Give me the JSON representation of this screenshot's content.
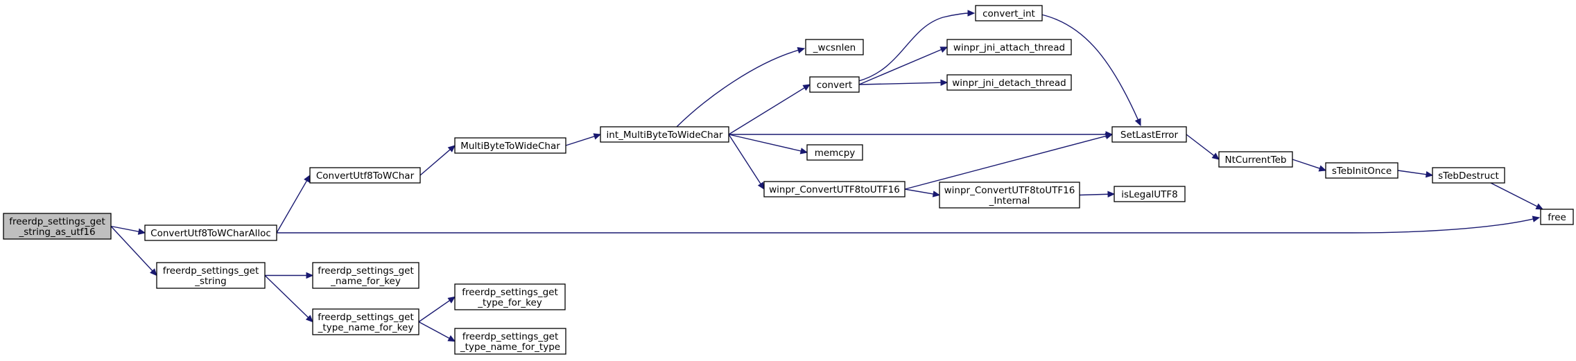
{
  "nodes": [
    {
      "id": "root",
      "lines": [
        "freerdp_settings_get",
        "_string_as_utf16"
      ],
      "root": true
    },
    {
      "id": "ConvertUtf8ToWCharAlloc",
      "lines": [
        "ConvertUtf8ToWCharAlloc"
      ]
    },
    {
      "id": "freerdp_settings_get_string",
      "lines": [
        "freerdp_settings_get",
        "_string"
      ]
    },
    {
      "id": "ConvertUtf8ToWChar",
      "lines": [
        "ConvertUtf8ToWChar"
      ]
    },
    {
      "id": "MultiByteToWideChar",
      "lines": [
        "MultiByteToWideChar"
      ]
    },
    {
      "id": "int_MultiByteToWideChar",
      "lines": [
        "int_MultiByteToWideChar"
      ]
    },
    {
      "id": "_wcsnlen",
      "lines": [
        "_wcsnlen"
      ]
    },
    {
      "id": "convert",
      "lines": [
        "convert"
      ]
    },
    {
      "id": "memcpy",
      "lines": [
        "memcpy"
      ]
    },
    {
      "id": "winpr_ConvertUTF8toUTF16",
      "lines": [
        "winpr_ConvertUTF8toUTF16"
      ]
    },
    {
      "id": "convert_int",
      "lines": [
        "convert_int"
      ]
    },
    {
      "id": "winpr_jni_attach_thread",
      "lines": [
        "winpr_jni_attach_thread"
      ]
    },
    {
      "id": "winpr_jni_detach_thread",
      "lines": [
        "winpr_jni_detach_thread"
      ]
    },
    {
      "id": "SetLastError",
      "lines": [
        "SetLastError"
      ]
    },
    {
      "id": "winpr_ConvertUTF8toUTF16_Internal",
      "lines": [
        "winpr_ConvertUTF8toUTF16",
        "_Internal"
      ]
    },
    {
      "id": "isLegalUTF8",
      "lines": [
        "isLegalUTF8"
      ]
    },
    {
      "id": "NtCurrentTeb",
      "lines": [
        "NtCurrentTeb"
      ]
    },
    {
      "id": "sTebInitOnce",
      "lines": [
        "sTebInitOnce"
      ]
    },
    {
      "id": "sTebDestruct",
      "lines": [
        "sTebDestruct"
      ]
    },
    {
      "id": "free",
      "lines": [
        "free"
      ]
    },
    {
      "id": "freerdp_settings_get_name_for_key",
      "lines": [
        "freerdp_settings_get",
        "_name_for_key"
      ]
    },
    {
      "id": "freerdp_settings_get_type_name_for_key",
      "lines": [
        "freerdp_settings_get",
        "_type_name_for_key"
      ]
    },
    {
      "id": "freerdp_settings_get_type_for_key",
      "lines": [
        "freerdp_settings_get",
        "_type_for_key"
      ]
    },
    {
      "id": "freerdp_settings_get_type_name_for_type",
      "lines": [
        "freerdp_settings_get",
        "_type_name_for_type"
      ]
    }
  ],
  "edges": [
    {
      "from": "root",
      "to": "ConvertUtf8ToWCharAlloc"
    },
    {
      "from": "root",
      "to": "freerdp_settings_get_string"
    },
    {
      "from": "ConvertUtf8ToWCharAlloc",
      "to": "ConvertUtf8ToWChar"
    },
    {
      "from": "ConvertUtf8ToWCharAlloc",
      "to": "free"
    },
    {
      "from": "ConvertUtf8ToWChar",
      "to": "MultiByteToWideChar"
    },
    {
      "from": "MultiByteToWideChar",
      "to": "int_MultiByteToWideChar"
    },
    {
      "from": "int_MultiByteToWideChar",
      "to": "_wcsnlen"
    },
    {
      "from": "int_MultiByteToWideChar",
      "to": "convert"
    },
    {
      "from": "int_MultiByteToWideChar",
      "to": "SetLastError"
    },
    {
      "from": "int_MultiByteToWideChar",
      "to": "memcpy"
    },
    {
      "from": "int_MultiByteToWideChar",
      "to": "winpr_ConvertUTF8toUTF16"
    },
    {
      "from": "convert",
      "to": "convert_int"
    },
    {
      "from": "convert",
      "to": "winpr_jni_attach_thread"
    },
    {
      "from": "convert",
      "to": "winpr_jni_detach_thread"
    },
    {
      "from": "convert_int",
      "to": "SetLastError"
    },
    {
      "from": "winpr_ConvertUTF8toUTF16",
      "to": "SetLastError"
    },
    {
      "from": "winpr_ConvertUTF8toUTF16",
      "to": "winpr_ConvertUTF8toUTF16_Internal"
    },
    {
      "from": "winpr_ConvertUTF8toUTF16_Internal",
      "to": "isLegalUTF8"
    },
    {
      "from": "SetLastError",
      "to": "NtCurrentTeb"
    },
    {
      "from": "NtCurrentTeb",
      "to": "sTebInitOnce"
    },
    {
      "from": "sTebInitOnce",
      "to": "sTebDestruct"
    },
    {
      "from": "sTebDestruct",
      "to": "free"
    },
    {
      "from": "freerdp_settings_get_string",
      "to": "freerdp_settings_get_name_for_key"
    },
    {
      "from": "freerdp_settings_get_string",
      "to": "freerdp_settings_get_type_name_for_key"
    },
    {
      "from": "freerdp_settings_get_type_name_for_key",
      "to": "freerdp_settings_get_type_for_key"
    },
    {
      "from": "freerdp_settings_get_type_name_for_key",
      "to": "freerdp_settings_get_type_name_for_type"
    }
  ],
  "colors": {
    "edge": "#191970",
    "node_border": "#000000",
    "node_fill": "#ffffff",
    "root_fill": "#bfbfbf"
  }
}
